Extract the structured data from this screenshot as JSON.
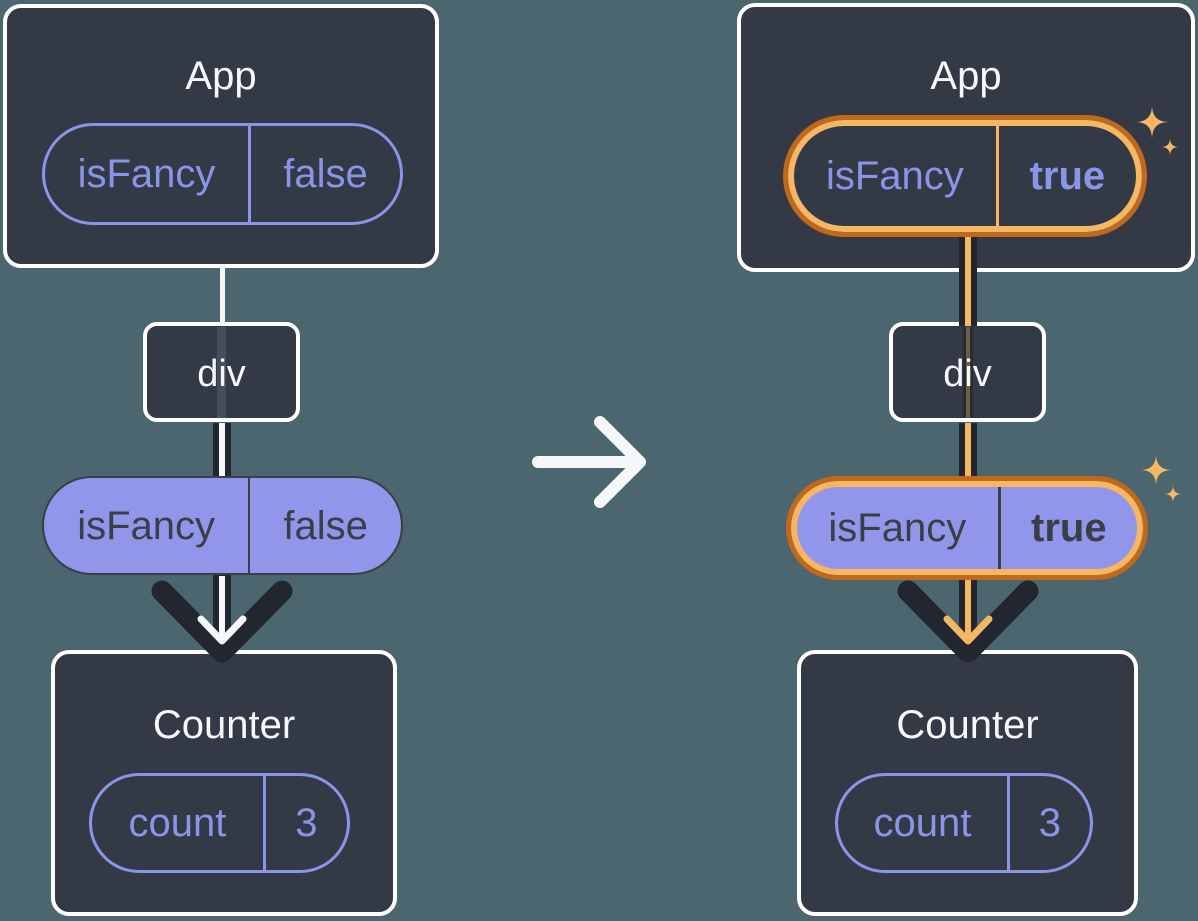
{
  "colors": {
    "background": "#4B666E",
    "box_fill": "#333A46",
    "box_border": "#FFFFFF",
    "text_light": "#F6F7F9",
    "purple": "#8A94E8",
    "pill_fill": "#9196EA",
    "text_dark": "#3A3E46",
    "arrow_dark": "#22262E",
    "orange_dark": "#C0681B",
    "orange_light": "#F5B763"
  },
  "left_diagram": {
    "app": {
      "title": "App",
      "state": {
        "name": "isFancy",
        "value": "false"
      }
    },
    "div": {
      "label": "div"
    },
    "counter": {
      "title": "Counter",
      "state": {
        "name": "count",
        "value": "3"
      }
    }
  },
  "right_diagram": {
    "app": {
      "title": "App",
      "state": {
        "name": "isFancy",
        "value": "true"
      }
    },
    "div": {
      "label": "div"
    },
    "counter": {
      "title": "Counter",
      "state": {
        "name": "count",
        "value": "3"
      }
    }
  }
}
